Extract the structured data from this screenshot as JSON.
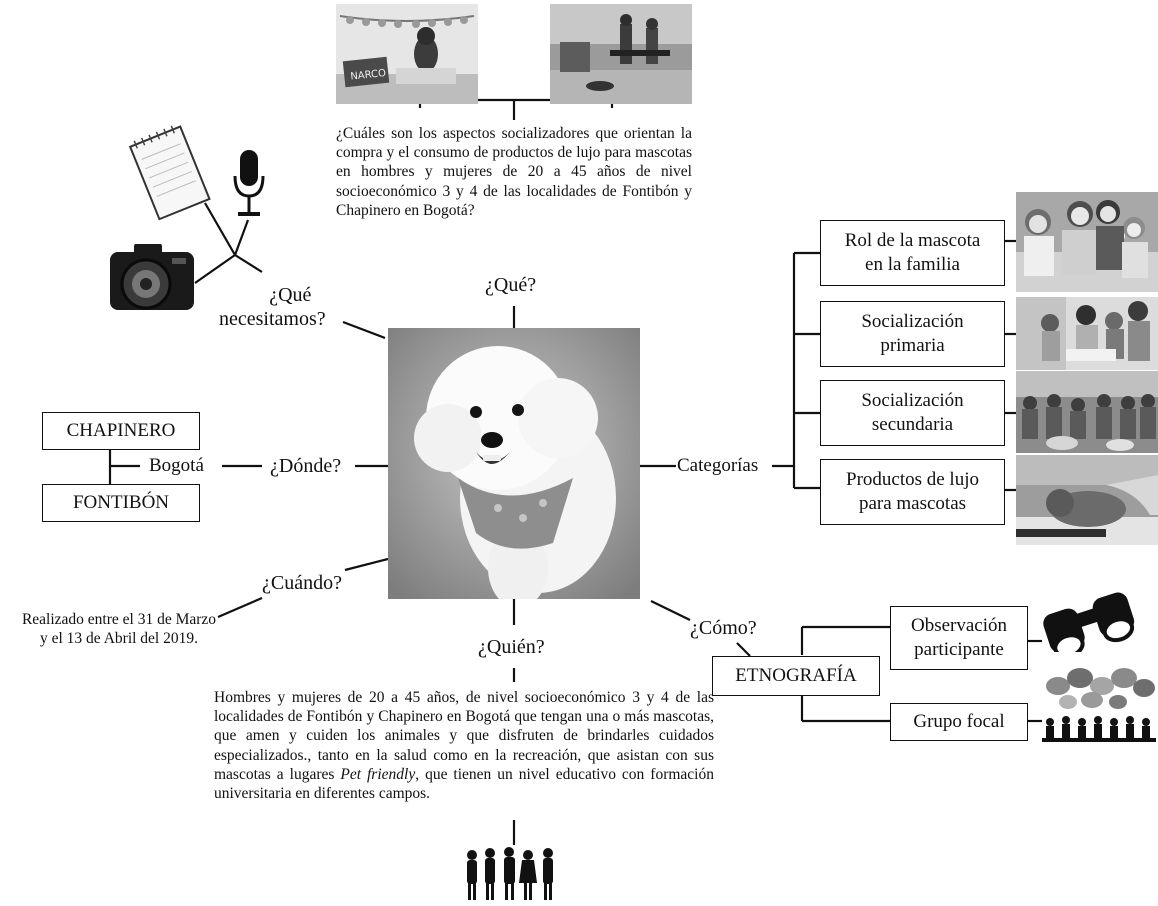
{
  "center": {
    "image": "white-poodle-photo"
  },
  "top": {
    "question": "¿Qué?",
    "text": "¿Cuáles son los aspectos socializadores que orientan la compra y el consumo de productos de lujo para mascotas en hombres y mujeres de 20 a 45 años de nivel socioeconómico 3 y 4 de las localidades de Fontibón y Chapinero en Bogotá?",
    "photo_left": "dog-birthday-party-photo",
    "photo_left_sign": "NARCO",
    "photo_right": "pet-friendly-cafe-photo"
  },
  "needs": {
    "question_line1": "¿Qué",
    "question_line2": "necesitamos?",
    "icons": [
      "notepad-icon",
      "microphone-icon",
      "camera-icon"
    ]
  },
  "where": {
    "question": "¿Dónde?",
    "city": "Bogotá",
    "localities": [
      "CHAPINERO",
      "FONTIBÓN"
    ]
  },
  "when": {
    "question": "¿Cuándo?",
    "text_line1": "Realizado entre el 31 de Marzo",
    "text_line2": "y el 13 de Abril del 2019."
  },
  "who": {
    "question": "¿Quién?",
    "text_before_italic1": "Hombres y mujeres de 20 a 45 años, de nivel socioeconómico 3 y 4 de las localidades de Fontibón y Chapinero en Bogotá que tengan una o más mascotas, que amen y cuiden los animales y que disfruten de brindarles cuidados especializados., tanto en la salud como en la recreación, que asistan con sus mascotas a lugares ",
    "italic1": "Pet friendly",
    "text_after_italic": ", que tienen un nivel educativo con formación universitaria en diferentes campos.",
    "icon": "people-silhouettes-icon"
  },
  "how": {
    "question": "¿Cómo?",
    "method": "ETNOGRAFÍA",
    "techniques": [
      {
        "line1": "Observación",
        "line2": "participante",
        "icon": "binoculars-icon"
      },
      {
        "line1": "Grupo focal",
        "line2": "",
        "icon": "focus-group-icon"
      }
    ]
  },
  "categories": {
    "label": "Categorías",
    "items": [
      {
        "line1": "Rol de la mascota",
        "line2": "en la familia",
        "photo": "family-with-dog-photo"
      },
      {
        "line1": "Socialización",
        "line2": "primaria",
        "photo": "family-reading-photo"
      },
      {
        "line1": "Socialización",
        "line2": "secundaria",
        "photo": "people-with-dogs-photo"
      },
      {
        "line1": "Productos de lujo",
        "line2": "para mascotas",
        "photo": "dog-spa-photo"
      }
    ]
  }
}
